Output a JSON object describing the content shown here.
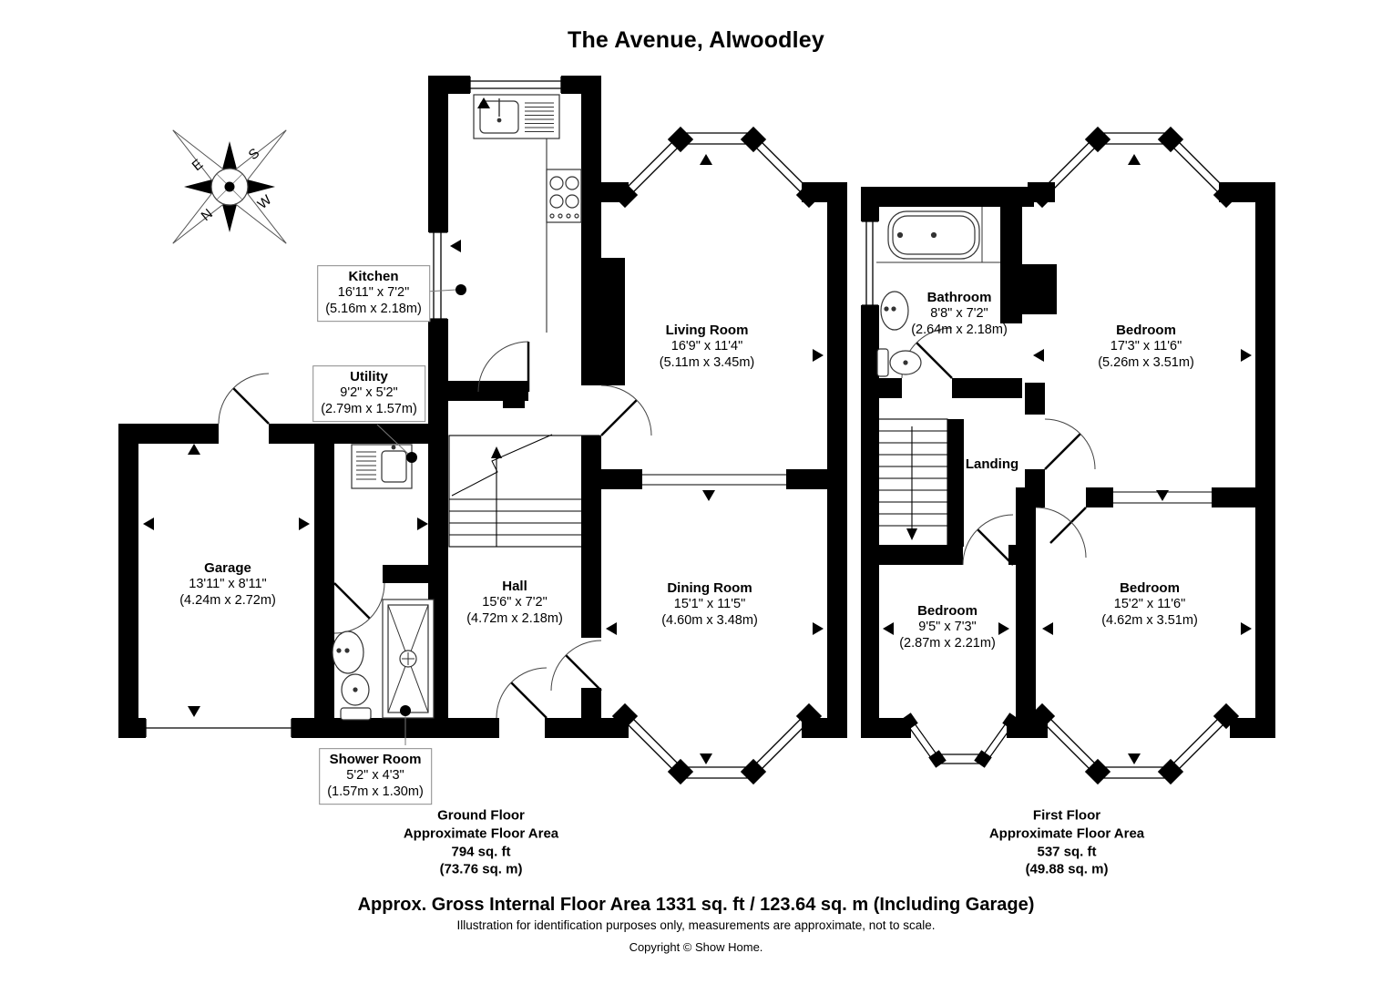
{
  "title": "The Avenue, Alwoodley",
  "compass": {
    "n": "N",
    "s": "S",
    "e": "E",
    "w": "W"
  },
  "ground_floor": {
    "rooms": {
      "kitchen": {
        "name": "Kitchen",
        "dims_ft": "16'11\" x 7'2\"",
        "dims_m": "(5.16m x 2.18m)"
      },
      "utility": {
        "name": "Utility",
        "dims_ft": "9'2\" x 5'2\"",
        "dims_m": "(2.79m x 1.57m)"
      },
      "garage": {
        "name": "Garage",
        "dims_ft": "13'11\" x 8'11\"",
        "dims_m": "(4.24m x 2.72m)"
      },
      "hall": {
        "name": "Hall",
        "dims_ft": "15'6\" x 7'2\"",
        "dims_m": "(4.72m x 2.18m)"
      },
      "living_room": {
        "name": "Living Room",
        "dims_ft": "16'9\" x 11'4\"",
        "dims_m": "(5.11m x 3.45m)"
      },
      "dining_room": {
        "name": "Dining Room",
        "dims_ft": "15'1\" x 11'5\"",
        "dims_m": "(4.60m x 3.48m)"
      },
      "shower_room": {
        "name": "Shower Room",
        "dims_ft": "5'2\" x 4'3\"",
        "dims_m": "(1.57m x 1.30m)"
      }
    },
    "summary": {
      "line1": "Ground Floor",
      "line2": "Approximate Floor Area",
      "line3": "794 sq. ft",
      "line4": "(73.76 sq. m)"
    }
  },
  "first_floor": {
    "rooms": {
      "bathroom": {
        "name": "Bathroom",
        "dims_ft": "8'8\" x 7'2\"",
        "dims_m": "(2.64m x 2.18m)"
      },
      "bedroom_1": {
        "name": "Bedroom",
        "dims_ft": "17'3\" x 11'6\"",
        "dims_m": "(5.26m x 3.51m)"
      },
      "landing": {
        "name": "Landing"
      },
      "bedroom_2": {
        "name": "Bedroom",
        "dims_ft": "9'5\" x 7'3\"",
        "dims_m": "(2.87m x 2.21m)"
      },
      "bedroom_3": {
        "name": "Bedroom",
        "dims_ft": "15'2\" x 11'6\"",
        "dims_m": "(4.62m x 3.51m)"
      }
    },
    "summary": {
      "line1": "First Floor",
      "line2": "Approximate Floor Area",
      "line3": "537 sq. ft",
      "line4": "(49.88 sq. m)"
    }
  },
  "footer": {
    "total_area": "Approx. Gross Internal Floor Area 1331 sq. ft / 123.64 sq. m (Including Garage)",
    "disclaimer": "Illustration for identification purposes only, measurements are approximate, not to scale.",
    "copyright": "Copyright © Show Home."
  }
}
